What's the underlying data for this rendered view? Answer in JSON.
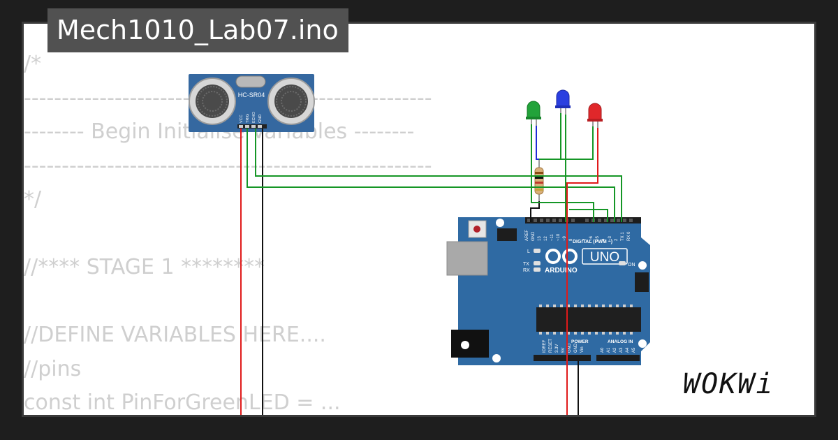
{
  "project": {
    "file_name": "Mech1010_Lab07.ino"
  },
  "code_lines": [
    "/*",
    "------------------------------------------------------",
    "-------- Begin Initialise Variables --------",
    "------------------------------------------------------",
    "*/",
    "",
    "//**** STAGE 1 ********",
    "",
    "//DEFINE VARIABLES HERE....",
    "//pins",
    "const int PinForGreenLED = ..."
  ],
  "sensor": {
    "model_label": "HC-SR04",
    "pin_labels": [
      "VCC",
      "TRIG",
      "ECHO",
      "GND"
    ]
  },
  "board": {
    "name": "UNO",
    "brand": "ARDUINO",
    "digital_header_label": "DIGITAL (PWM ~)",
    "power_header_label": "POWER",
    "analog_header_label": "ANALOG IN",
    "on_label": "ON",
    "l_label": "L",
    "tx_label": "TX",
    "rx_label": "RX",
    "top_pin_labels": [
      "AREF",
      "GND",
      "13",
      "12",
      "~11",
      "~10",
      "~9",
      "8",
      "7",
      "~6",
      "~5",
      "4",
      "~3",
      "2",
      "TX 1",
      "RX 0"
    ],
    "power_pin_labels": [
      "IOREF",
      "RESET",
      "3.3V",
      "5V",
      "GND",
      "GND",
      "Vin"
    ],
    "analog_pin_labels": [
      "A0",
      "A1",
      "A2",
      "A3",
      "A4",
      "A5"
    ]
  },
  "leds": [
    {
      "color_name": "green",
      "color": "#22a33a"
    },
    {
      "color_name": "blue",
      "color": "#2a3fe0"
    },
    {
      "color_name": "red",
      "color": "#e0272a"
    }
  ],
  "colors": {
    "board_blue": "#2f6aa3",
    "sensor_blue": "#3568a0",
    "wire_green": "#159626",
    "wire_red": "#e01a1a",
    "wire_black": "#111111",
    "wire_blue": "#1f2bd8"
  },
  "branding": {
    "logo_text": "WOKWi"
  }
}
